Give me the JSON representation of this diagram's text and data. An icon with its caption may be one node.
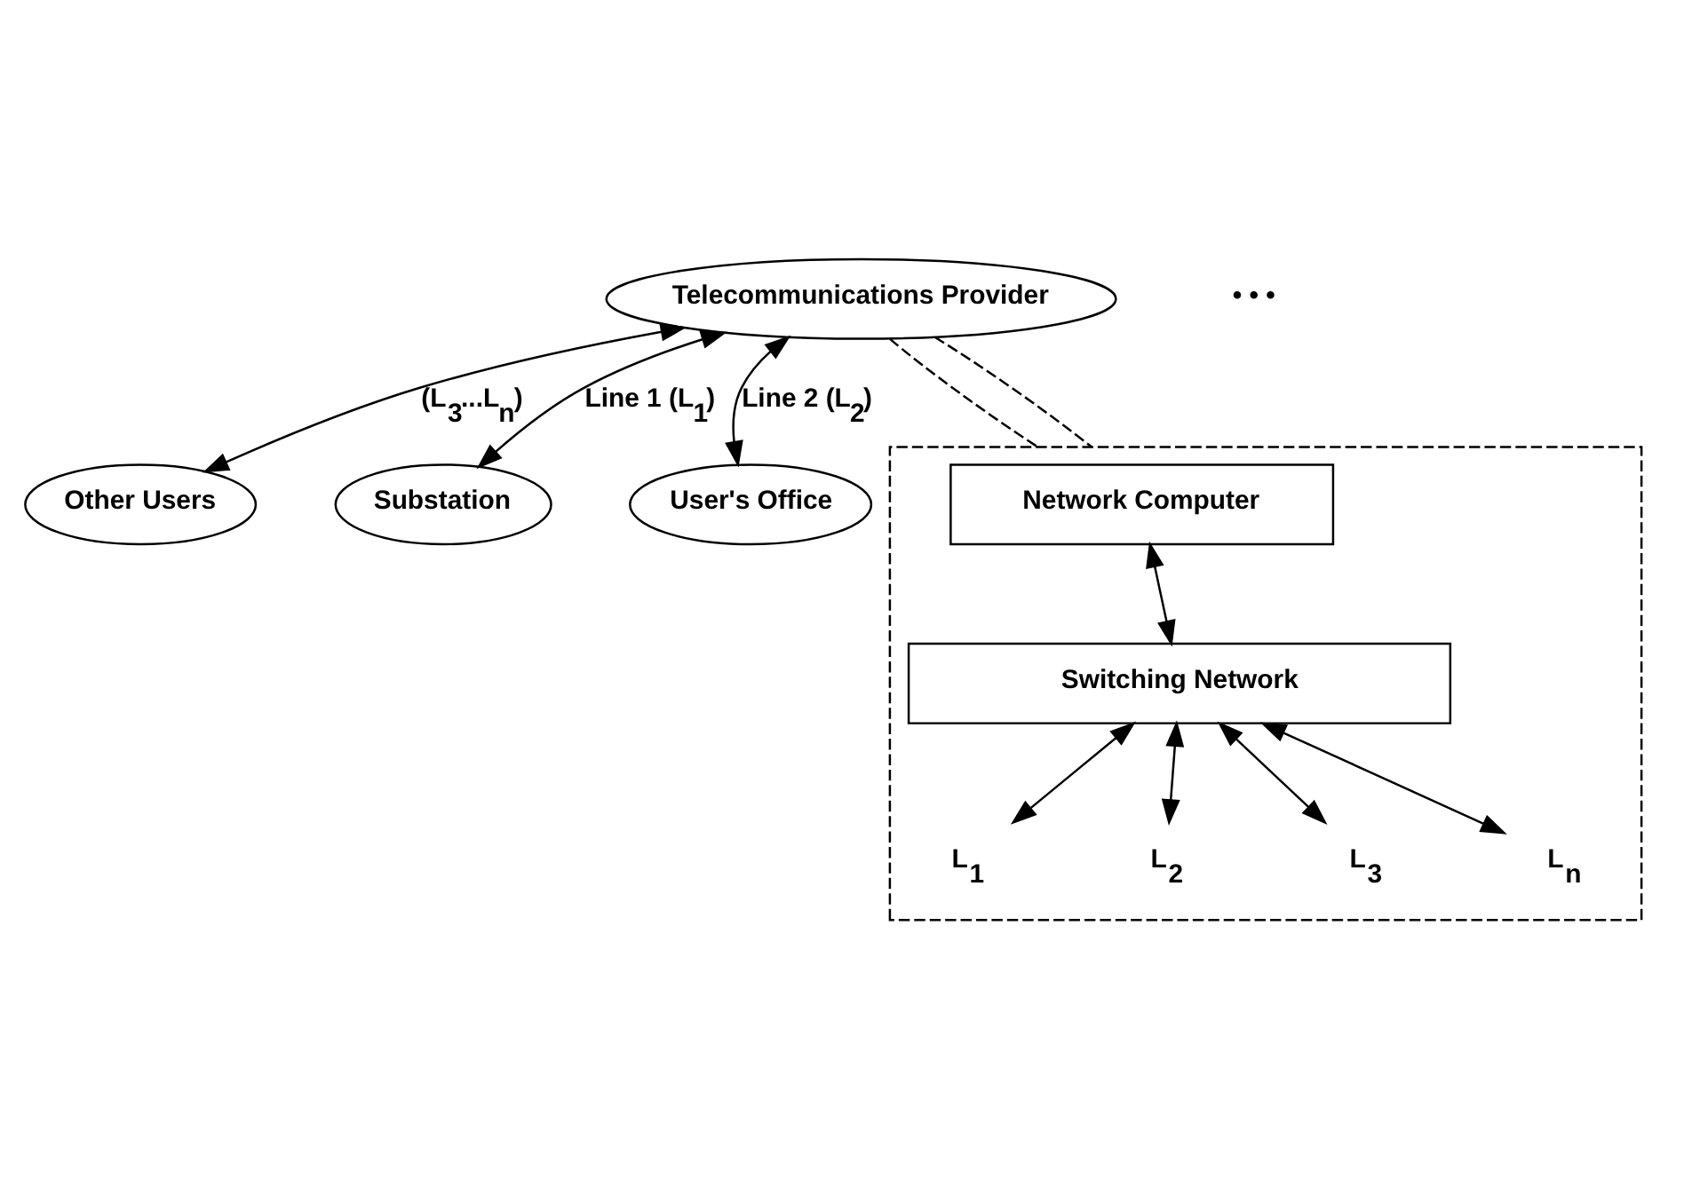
{
  "diagram": {
    "nodes": [
      {
        "text": [
          "Telecommunications Provider"
        ]
      },
      {
        "text": [
          "Other Users"
        ]
      },
      {
        "text": [
          "Substation"
        ]
      },
      {
        "text": [
          "User's Office"
        ]
      },
      {
        "text": [],
        "shape": "box"
      },
      {
        "text": [
          "Network Computer"
        ],
        "in": 4
      },
      {
        "text": [
          "Switching Network"
        ],
        "in": 4
      },
      {
        "text": [
          "L$_{1}$"
        ],
        "in": 4
      },
      {
        "text": [
          "L$_{2}$"
        ],
        "in": 4
      },
      {
        "text": [
          "L$_{3}$"
        ],
        "in": 4
      },
      {
        "text": [
          "L$_{n}$"
        ],
        "in": 4
      }
    ],
    "edges": [
      {
        "from": 0,
        "to": 1,
        "arrow": "both",
        "label": "(L$_{3}$...L$_{n}$)"
      },
      {
        "from": 0,
        "to": 2,
        "arrow": "both",
        "label": "Line 1 (L$_{1}$)"
      },
      {
        "from": 0,
        "to": 3,
        "arrow": "both",
        "label": "Line 2 (L$_{2}$)"
      },
      {
        "from": 0,
        "to": 4,
        "arrow": "none",
        "style": "dashed"
      },
      {
        "from": 0,
        "to": 4,
        "arrow": "none",
        "style": "dashed"
      },
      {
        "from": 5,
        "to": 6,
        "arrow": "both"
      },
      {
        "from": 6,
        "to": 7,
        "arrow": "both"
      },
      {
        "from": 6,
        "to": 8,
        "arrow": "both"
      },
      {
        "from": 6,
        "to": 9,
        "arrow": "both"
      },
      {
        "from": 6,
        "to": 10,
        "arrow": "both"
      }
    ],
    "labels": [
      "• • •"
    ]
  }
}
